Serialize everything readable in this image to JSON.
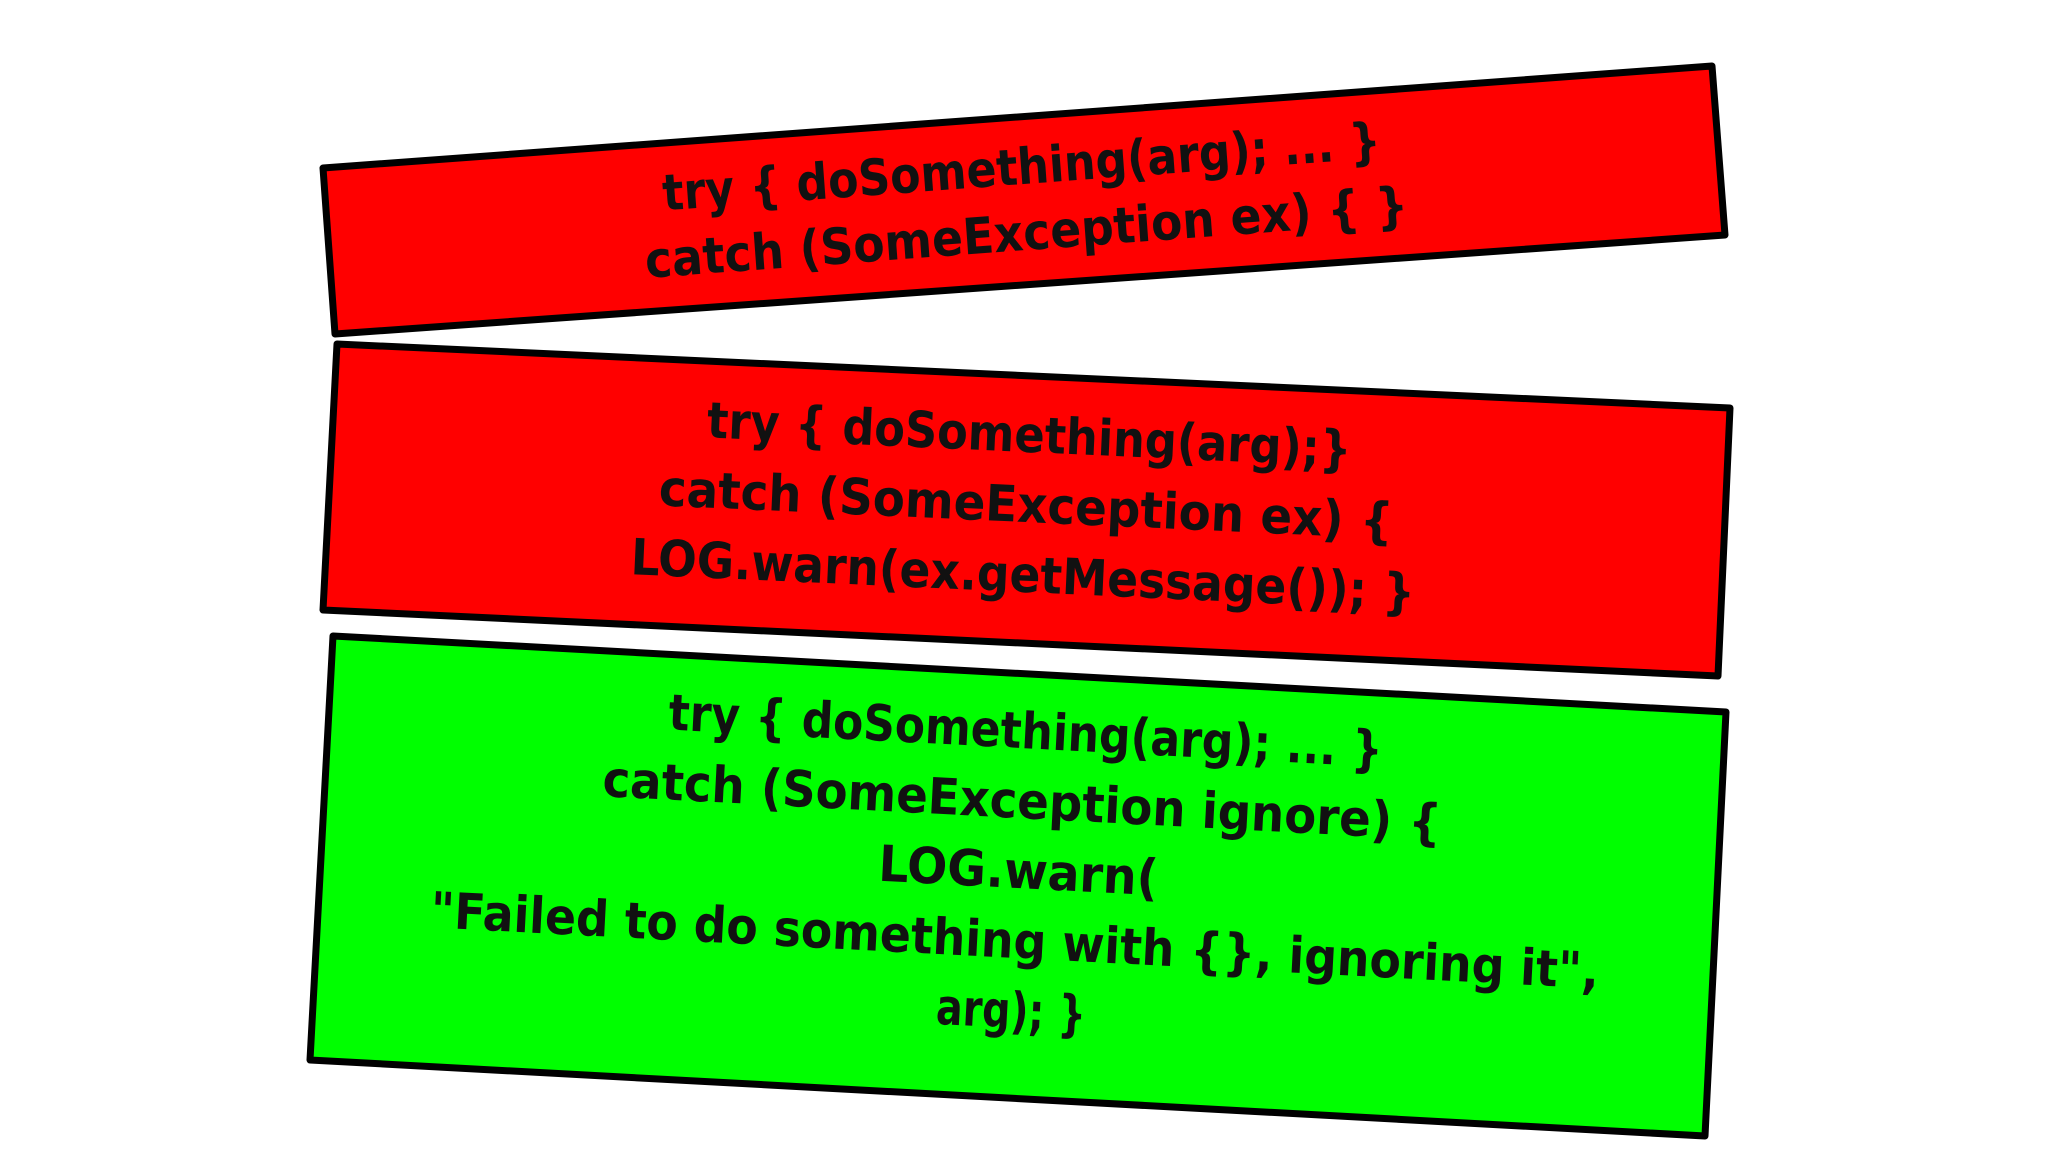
{
  "colors": {
    "bad": "#ff0000",
    "good": "#00ff00",
    "outline": "#000000",
    "text": "#111111",
    "background": "#ffffff"
  },
  "panels": [
    {
      "id": "panel-1",
      "verdict": "bad",
      "fill": "#ff0000",
      "lines": [
        "try { doSomething(arg); ... }",
        "catch (SomeException ex) { }"
      ]
    },
    {
      "id": "panel-2",
      "verdict": "bad",
      "fill": "#ff0000",
      "lines": [
        "try { doSomething(arg);}",
        "catch (SomeException ex) {",
        "LOG.warn(ex.getMessage()); }"
      ]
    },
    {
      "id": "panel-3",
      "verdict": "good",
      "fill": "#00ff00",
      "lines": [
        "try { doSomething(arg); ... }",
        "catch (SomeException ignore) {",
        "LOG.warn(",
        "\"Failed to do something with {}, ignoring it\",",
        "arg); }"
      ]
    }
  ]
}
